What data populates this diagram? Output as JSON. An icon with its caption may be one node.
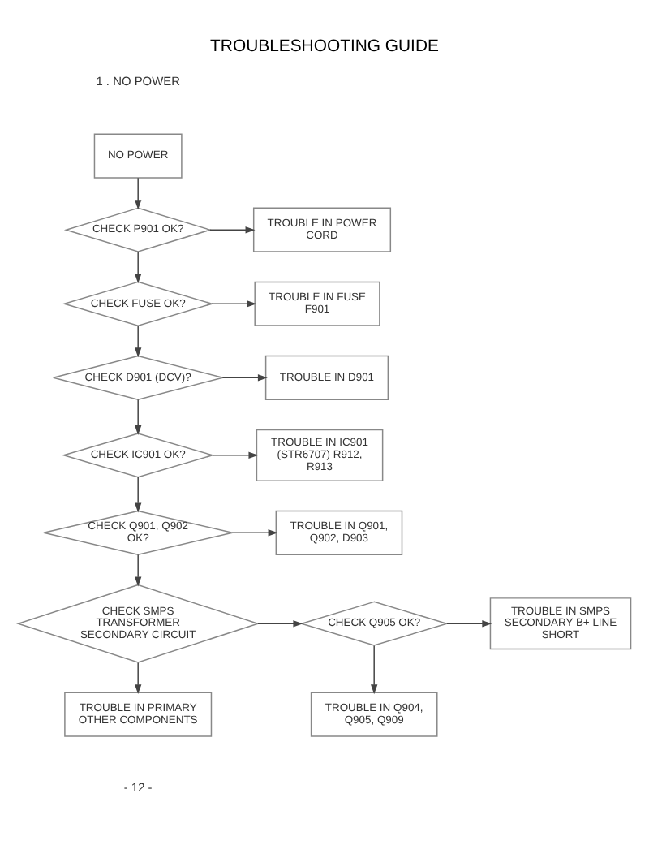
{
  "diagram": {
    "title": "TROUBLESHOOTING GUIDE",
    "nodes": [
      {
        "text": [
          "NO POWER"
        ]
      },
      {
        "text": [
          "CHECK P901 OK?"
        ]
      },
      {
        "text": [
          "TROUBLE IN POWER CORD"
        ]
      },
      {
        "text": [
          "CHECK FUSE OK?"
        ]
      },
      {
        "text": [
          "TROUBLE IN FUSE F901"
        ]
      },
      {
        "text": [
          "CHECK D901 (DCV)?"
        ]
      },
      {
        "text": [
          "TROUBLE IN D901"
        ]
      },
      {
        "text": [
          "CHECK IC901 OK?"
        ]
      },
      {
        "text": [
          "TROUBLE IN IC901 (STR6707) R912, R913"
        ]
      },
      {
        "text": [
          "CHECK Q901, Q902 OK?"
        ]
      },
      {
        "text": [
          "TROUBLE IN Q901, Q902, D903"
        ]
      },
      {
        "text": [
          "CHECK SMPS TRANSFORMER SECONDARY CIRCUIT"
        ]
      },
      {
        "text": [
          "CHECK Q905 OK?"
        ]
      },
      {
        "text": [
          "TROUBLE IN SMPS SECONDARY B+ LINE SHORT"
        ]
      },
      {
        "text": [
          "TROUBLE IN PRIMARY OTHER COMPONENTS"
        ]
      },
      {
        "text": [
          "TROUBLE IN Q904, Q905, Q909"
        ]
      }
    ],
    "edges": [
      {
        "from": 0,
        "to": 1,
        "arrow": "to"
      },
      {
        "from": 1,
        "to": 2,
        "arrow": "to"
      },
      {
        "from": 1,
        "to": 3,
        "arrow": "to"
      },
      {
        "from": 3,
        "to": 4,
        "arrow": "to"
      },
      {
        "from": 3,
        "to": 5,
        "arrow": "to"
      },
      {
        "from": 5,
        "to": 6,
        "arrow": "to"
      },
      {
        "from": 5,
        "to": 7,
        "arrow": "to"
      },
      {
        "from": 7,
        "to": 8,
        "arrow": "to"
      },
      {
        "from": 7,
        "to": 9,
        "arrow": "to"
      },
      {
        "from": 9,
        "to": 10,
        "arrow": "to"
      },
      {
        "from": 9,
        "to": 11,
        "arrow": "to"
      },
      {
        "from": 11,
        "to": 12,
        "arrow": "to"
      },
      {
        "from": 12,
        "to": 13,
        "arrow": "to"
      },
      {
        "from": 11,
        "to": 14,
        "arrow": "to"
      },
      {
        "from": 12,
        "to": 15,
        "arrow": "to"
      }
    ],
    "labels": [
      "1 . NO POWER",
      "- 12 -"
    ]
  }
}
